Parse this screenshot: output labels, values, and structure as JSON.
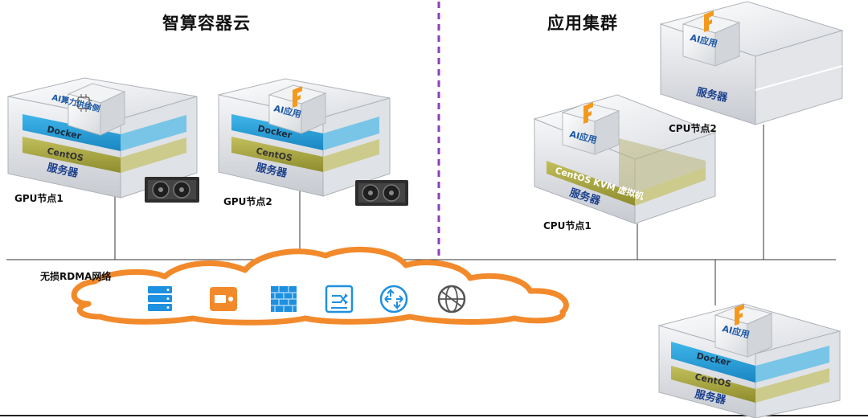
{
  "titles": {
    "left": "智算容器云",
    "right": "应用集群"
  },
  "network": {
    "label": "无损RDMA网络"
  },
  "nodes": {
    "gpu1": {
      "label": "GPU节点1",
      "app": "AI算力供给侧",
      "docker": "Docker",
      "os": "CentOS",
      "server": "服务器"
    },
    "gpu2": {
      "label": "GPU节点2",
      "app": "AI应用",
      "logo_text": "TensorFlow",
      "docker": "Docker",
      "os": "CentOS",
      "server": "服务器"
    },
    "cpu1": {
      "label": "CPU节点1",
      "app": "AI应用",
      "logo_text": "TensorFlow",
      "os": "CentOS KVM 虚拟机",
      "server": "服务器"
    },
    "cpu2": {
      "label": "CPU节点2",
      "app": "AI应用",
      "logo_text": "TensorFlow",
      "server": "服务器"
    },
    "cpu3": {
      "app": "AI应用",
      "logo_text": "TensorFlow",
      "docker": "Docker",
      "os": "CentOS",
      "server": "服务器"
    }
  },
  "network_icons": [
    "server-rack-icon",
    "storage-drive-icon",
    "firewall-icon",
    "switch-icon",
    "router-icon",
    "internet-globe-icon"
  ],
  "colors": {
    "cloud": "#f28a2c",
    "icon": "#1e90e0",
    "docker_layer": "#1e9bd7",
    "centos_layer": "#a9a640",
    "divider": "#8a3fb8",
    "logo": "#f39a1e"
  }
}
